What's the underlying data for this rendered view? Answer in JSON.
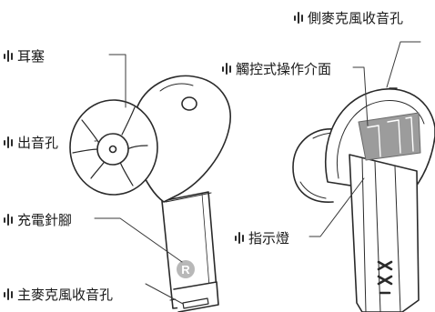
{
  "callouts": {
    "ear_tip": "耳塞",
    "sound_hole": "出音孔",
    "charging_pins": "充電針腳",
    "main_mic": "主麥克風收音孔",
    "side_mic": "側麥克風收音孔",
    "touch_panel": "觸控式操作介面",
    "indicator": "指示燈"
  },
  "right_badge": "R",
  "icons": {
    "callout_marker": "sound-wave-icon",
    "side_badge": "r-badge-icon",
    "brand_logo": "brand-x-logo-icon"
  },
  "colors": {
    "stroke": "#2a2a2a",
    "touch_panel_fill": "#9c9c9c",
    "badge_fill": "#b8b8b8"
  }
}
